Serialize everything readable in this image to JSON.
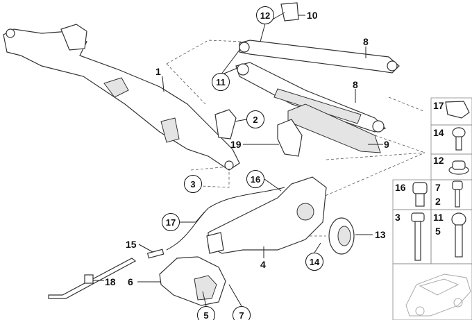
{
  "diagram": {
    "title": "Rear axle support / wheel suspension parts diagram",
    "callouts": {
      "c1": "1",
      "c2": "2",
      "c3": "3",
      "c4": "4",
      "c5": "5",
      "c6": "6",
      "c7": "7",
      "c8a": "8",
      "c8b": "8",
      "c9": "9",
      "c10": "10",
      "c11": "11",
      "c12": "12",
      "c13": "13",
      "c14": "14",
      "c15": "15",
      "c16": "16",
      "c17": "17",
      "c18": "18",
      "c19": "19"
    },
    "side_panel": {
      "p17": "17",
      "p14": "14",
      "p12": "12",
      "p16": "16",
      "p7": "7",
      "p2": "2",
      "p3": "3",
      "p11": "11",
      "p5": "5"
    }
  }
}
